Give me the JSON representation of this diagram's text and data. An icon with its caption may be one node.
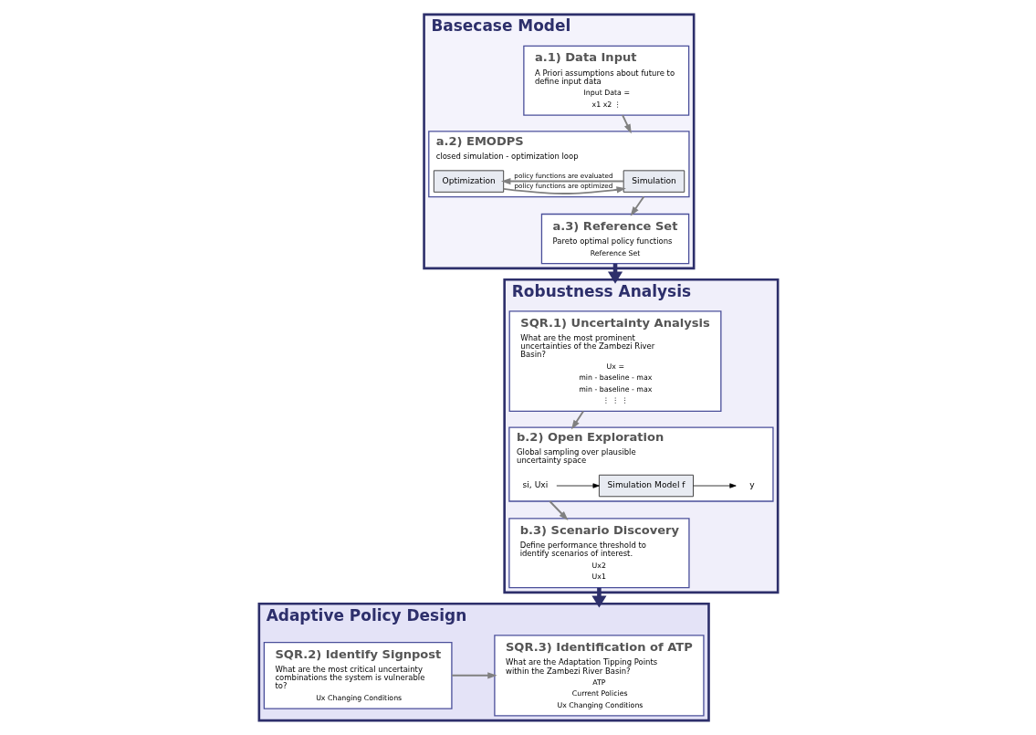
{
  "diagram": {
    "nodes": [
      {
        "text": [
          "Basecase Model"
        ]
      },
      {
        "text": [
          "a.1) Data Input",
          "A Priori assumptions about future to define input data",
          "Input Data =",
          "x1 x2 ⋮"
        ],
        "in": 0
      },
      {
        "text": [
          "a.2) EMODPS",
          "closed simulation - optimization loop"
        ],
        "in": 0
      },
      {
        "text": [
          "Simulation"
        ],
        "in": 2
      },
      {
        "text": [
          "Optimization"
        ],
        "in": 2
      },
      {
        "text": [
          "a.3) Reference Set",
          "Pareto optimal policy functions",
          "Reference Set"
        ],
        "in": 0
      },
      {
        "text": [
          "Robustness Analysis"
        ]
      },
      {
        "text": [
          "SQR.1) Uncertainty Analysis",
          "What are the most prominent uncertainties of the Zambezi River Basin?",
          "Ux =",
          "min - baseline - max",
          "min - baseline - max",
          "⋮ ⋮ ⋮"
        ],
        "in": 6
      },
      {
        "text": [
          "b.2) Open Exploration",
          "Global sampling over plausible uncertainty space"
        ],
        "in": 6
      },
      {
        "text": [
          "si, Uxi"
        ],
        "in": 8
      },
      {
        "text": [
          "Simulation Model f"
        ],
        "in": 8
      },
      {
        "text": [
          "y"
        ],
        "in": 8
      },
      {
        "text": [
          "b.3) Scenario Discovery",
          "Define performance threshold to identify scenarios of interest.",
          "Ux2",
          "Ux1"
        ],
        "in": 6
      },
      {
        "text": [
          "Adaptive Policy Design"
        ]
      },
      {
        "text": [
          "SQR.3) Identification of ATP",
          "What are the Adaptation Tipping Points within the Zambezi River Basin?",
          "ATP",
          "Current Policies",
          "Ux Changing Conditions"
        ],
        "in": 13
      },
      {
        "text": [
          "SQR.2) Identify Signpost",
          "What are the most critical uncertainty combinations the system is vulnerable to?",
          "Ux Changing Conditions"
        ],
        "in": 13
      }
    ],
    "edges": [
      {
        "from": 1,
        "to": 2,
        "arrow": "to"
      },
      {
        "from": 3,
        "to": 4,
        "arrow": "to",
        "label": "policy functions are evaluated"
      },
      {
        "from": 4,
        "to": 3,
        "arrow": "to",
        "label": "policy functions are optimized"
      },
      {
        "from": 2,
        "to": 5,
        "arrow": "to"
      },
      {
        "from": 5,
        "to": 6,
        "arrow": "to",
        "style": "thick",
        "color": "#2d2f6b"
      },
      {
        "from": 7,
        "to": 8,
        "arrow": "to"
      },
      {
        "from": 9,
        "to": 10,
        "arrow": "to",
        "color": "#000000"
      },
      {
        "from": 10,
        "to": 11,
        "arrow": "to",
        "color": "#000000"
      },
      {
        "from": 8,
        "to": 12,
        "arrow": "to"
      },
      {
        "from": 12,
        "to": 13,
        "arrow": "to",
        "style": "thick",
        "color": "#2d2f6b"
      },
      {
        "from": 15,
        "to": 14,
        "arrow": "to"
      }
    ]
  }
}
